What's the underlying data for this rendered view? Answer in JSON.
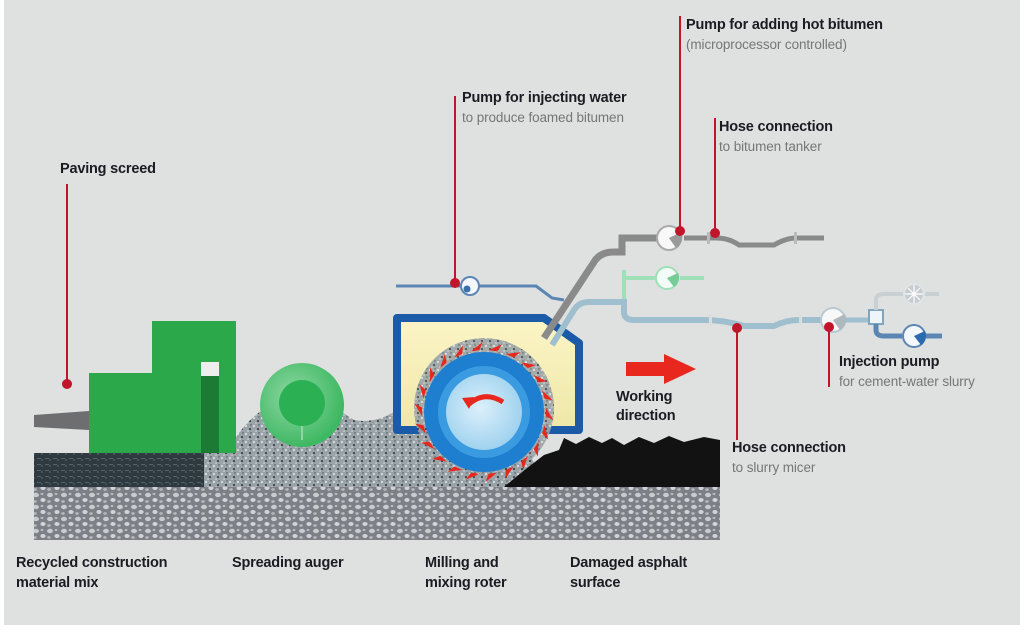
{
  "diagram": {
    "title": "Cold recycling with foamed bitumen – working principle",
    "colors": {
      "background": "#dfe1e0",
      "callout_line": "#c0152a",
      "machine_green": "#2aa84a",
      "rotor_blue": "#1e7fd0",
      "hood_blue": "#1a5aa6",
      "arrow_red": "#e8281e",
      "asphalt_black": "#111111",
      "bitumen_pipe": "#8a8a8a",
      "water_pipe": "#5b86b4",
      "slurry_pipe": "#9fbfcf",
      "green_pipe": "#9fe0b8"
    },
    "callouts": {
      "paving_screed": {
        "title": "Paving screed"
      },
      "pump_water": {
        "title": "Pump for injecting water",
        "subtitle": "to produce foamed bitumen"
      },
      "pump_bitumen": {
        "title": "Pump for adding hot bitumen",
        "subtitle": "(microprocessor controlled)"
      },
      "hose_bitumen": {
        "title": "Hose connection",
        "subtitle": "to bitumen tanker"
      },
      "injection_pump": {
        "title": "Injection pump",
        "subtitle": "for cement-water slurry"
      },
      "hose_slurry": {
        "title": "Hose connection",
        "subtitle": "to slurry micer"
      },
      "working_direction": {
        "line1": "Working",
        "line2": "direction"
      }
    },
    "bottom_labels": [
      {
        "line1": "Recycled construction",
        "line2": "material mix"
      },
      {
        "line1": "Spreading auger",
        "line2": ""
      },
      {
        "line1": "Milling and",
        "line2": "mixing roter"
      },
      {
        "line1": "Damaged asphalt",
        "line2": "surface"
      }
    ]
  }
}
